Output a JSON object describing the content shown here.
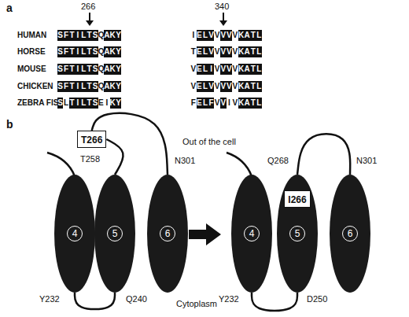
{
  "diagram": {
    "nodes": [
      {
        "text": [
          "T266"
        ]
      },
      {
        "text": [
          "4"
        ]
      },
      {
        "text": [
          "5"
        ]
      },
      {
        "text": [
          "6"
        ]
      },
      {
        "text": [
          "4"
        ]
      },
      {
        "text": [
          "5"
        ]
      },
      {
        "text": [
          "I266"
        ],
        "in": 5
      },
      {
        "text": [
          "6"
        ]
      }
    ],
    "edges": [
      {
        "from": 1,
        "to": 2,
        "arrow": "none"
      },
      {
        "from": 2,
        "to": 0,
        "arrow": "none"
      },
      {
        "from": 0,
        "to": 3,
        "arrow": "none"
      },
      {
        "from": 4,
        "to": 5,
        "arrow": "none"
      },
      {
        "from": 5,
        "to": 7,
        "arrow": "none"
      }
    ],
    "labels": [
      "a",
      "266",
      "340",
      "HUMAN",
      "SFTILTSQAKY",
      "IELVVVVVKATL",
      "HORSE",
      "SFTILTSQAKY",
      "TELVVVVVKATL",
      "MOUSE",
      "SFTILTSQAKY",
      "VELIVVVVKATL",
      "CHICKEN",
      "SFTILTSQAKY",
      "VELVVVVVKATL",
      "ZEBRA FISH",
      "SLTILTSEIKY",
      "FELFVVIVKATL",
      "b",
      "T258",
      "N301",
      "Out of the cell",
      "Y232",
      "Q240",
      "Cytoplasm",
      "Q268",
      "N301",
      "Y232",
      "D250"
    ]
  }
}
